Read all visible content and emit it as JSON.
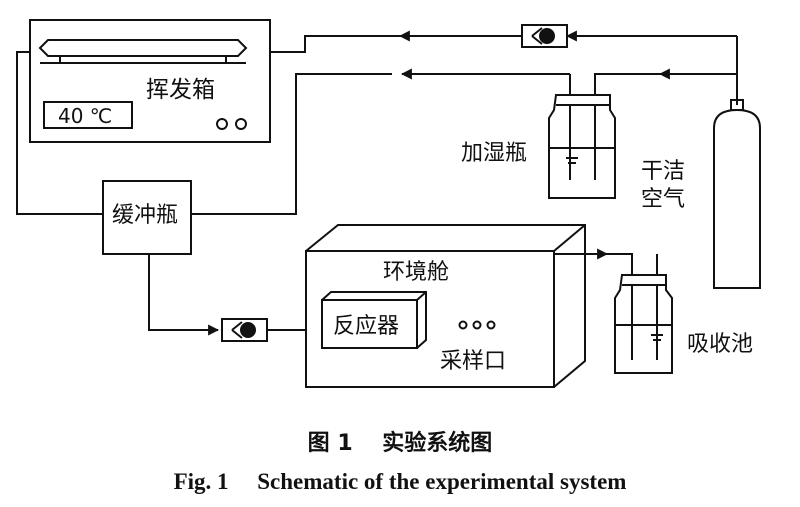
{
  "figure": {
    "labels": {
      "evaporation_box": "挥发箱",
      "temperature": "40 ℃",
      "buffer_bottle": "缓冲瓶",
      "humidifier_bottle": "加湿瓶",
      "dry_air": [
        "干洁",
        "空气"
      ],
      "environment_chamber": "环境舱",
      "reactor": "反应器",
      "sampling_port": "采样口",
      "absorption_cell": "吸收池"
    },
    "caption_cn": "图 1　 实验系统图",
    "caption_en": "Fig. 1　 Schematic of the experimental system"
  }
}
